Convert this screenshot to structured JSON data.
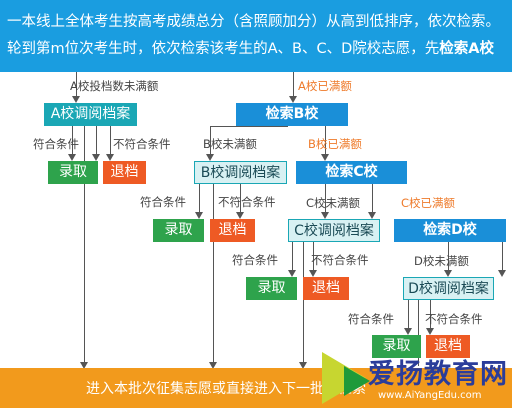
{
  "header": {
    "line1": "一本线上全体考生按高考成绩总分（含照顾加分）从高到低排序，依次检索。",
    "line2_prefix": "轮到第m位次考生时，依次检索该考生的A、B、C、D院校志愿，先",
    "line2_bold": "检索A校"
  },
  "nodes": {
    "a_review": "A校调阅档案",
    "b_search": "检索B校",
    "b_review": "B校调阅档案",
    "c_search": "检索C校",
    "c_review": "C校调阅档案",
    "d_search": "检索D校",
    "d_review": "D校调阅档案",
    "admit": "录取",
    "reject": "退档"
  },
  "labels": {
    "a_not_full": "A校投档数未满额",
    "a_full": "A校已满额",
    "b_not_full": "B校未满额",
    "b_full": "B校已满额",
    "c_not_full": "C校未满额",
    "c_full": "C校已满额",
    "d_not_full": "D校未满额",
    "meets": "符合条件",
    "not_meets": "不符合条件"
  },
  "footer": {
    "text": "进入本批次征集志愿或直接进入下一批次检索"
  },
  "watermark": {
    "site_name": "爱扬教育网",
    "url": "www.AiYangEdu.com"
  },
  "colors": {
    "header_bg": "#1a9de0",
    "teal": "#1aa7b5",
    "blue": "#1a8fd8",
    "green": "#2ea34c",
    "orange": "#ee5a24",
    "footer_bg": "#f29a1c",
    "accent_text": "#ee7a2a"
  }
}
